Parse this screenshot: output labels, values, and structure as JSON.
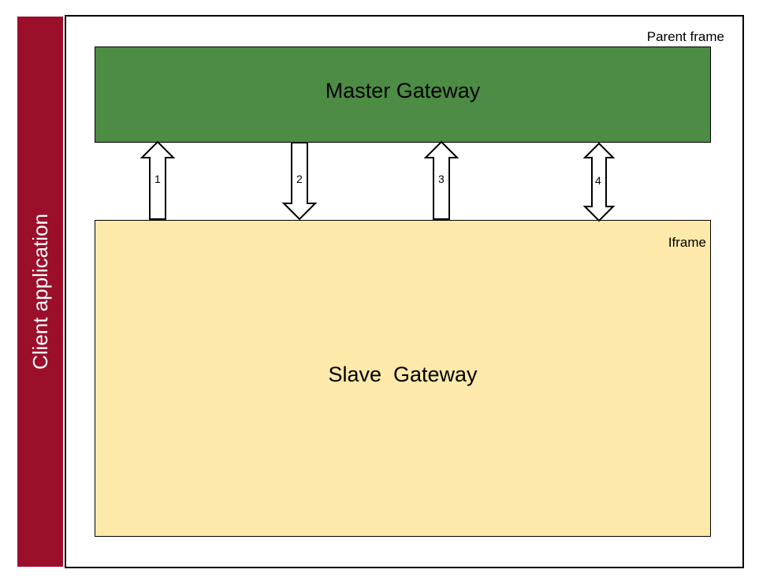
{
  "client": {
    "label": "Client application",
    "color": "#9b0f2b"
  },
  "parent_frame": {
    "label": "Parent frame"
  },
  "master_gateway": {
    "label": "Master Gateway",
    "color": "#4c8c44"
  },
  "slave_gateway": {
    "label": "Slave  Gateway",
    "iframe_label": "Iframe",
    "color": "#fde9a9"
  },
  "arrows": [
    {
      "number": "1",
      "direction": "up"
    },
    {
      "number": "2",
      "direction": "down"
    },
    {
      "number": "3",
      "direction": "up"
    },
    {
      "number": "4",
      "direction": "both"
    }
  ]
}
